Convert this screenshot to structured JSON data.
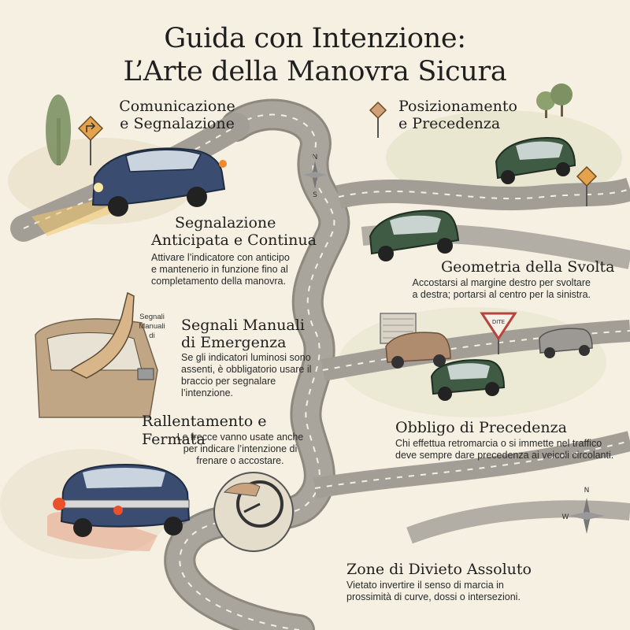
{
  "title": {
    "line1": "Guida con Intenzione:",
    "line2": "L’Arte della Manovra Sicura"
  },
  "sections": {
    "comunicazione": {
      "line1": "Comunicazione",
      "line2": "e Segnalazione"
    },
    "posizionamento": {
      "line1": "Posizionamento",
      "line2": "e Precedenza"
    },
    "segnalazione_anticipata": {
      "heading1": "Segnalazione",
      "heading2": "Anticipata e Continua",
      "body": [
        "Attivare l’indicatore con anticipo",
        "e mantenerio in funzione fino al",
        "completamento della manovra."
      ]
    },
    "geometria": {
      "heading": "Geometria della Svolta",
      "body": [
        "Accostarsi al margine destro per svoltare",
        "a destra; portarsi al centro per la sinistra."
      ]
    },
    "segnali_manuali": {
      "heading1": "Segnali Manuali",
      "heading2": "di Emergenza",
      "body": [
        "Se gli indicatori luminosi sono",
        "assenti, è obbligatorio usare il",
        "braccio per segnalare l’intenzione."
      ],
      "note": [
        "Segnali",
        "Manuali",
        "di"
      ]
    },
    "rallentamento": {
      "heading": "Rallentamento e Fermata",
      "body": [
        "Le frecce vanno usate anche",
        "per indicare l’intenzione di",
        "frenare o accostare."
      ]
    },
    "obbligo": {
      "heading": "Obbligo di Precedenza",
      "body": [
        "Chi effettua retromarcia o si immette nel traffico",
        "deve sempre dare precedenza ai veicoli circolanti."
      ]
    },
    "zone_divieto": {
      "heading": "Zone di Divieto Assoluto",
      "body": [
        "Vietato invertire il senso di marcia in",
        "prossimità di curve, dossi o intersezioni."
      ]
    }
  },
  "compass": {
    "n": "N",
    "s": "S",
    "w": "W"
  },
  "sign_text": "DITE",
  "colors": {
    "paper": "#f6f0e3",
    "road": "#a9a49b",
    "blue_car": "#3a4d70",
    "green_car": "#3f5b44",
    "tan_car": "#b08c6f",
    "signal": "#e99a2c"
  }
}
